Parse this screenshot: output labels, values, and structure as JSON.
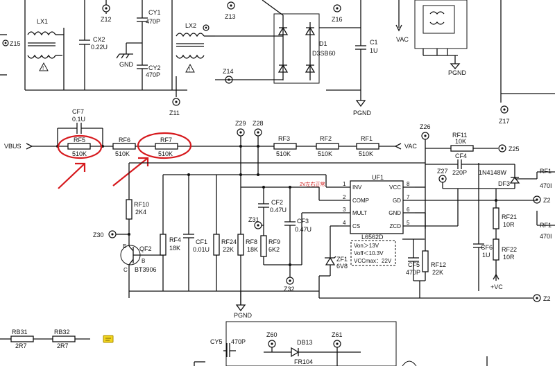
{
  "top": {
    "z15": "Z15",
    "lx1": "LX1",
    "z12": "Z12",
    "cx2": {
      "name": "CX2",
      "value": "0.22U"
    },
    "cy1": {
      "name": "CY1",
      "value": "470P"
    },
    "cy2": {
      "name": "CY2",
      "value": "470P"
    },
    "gnd": "GND",
    "lx2": "LX2",
    "z11": "Z11",
    "z13": "Z13",
    "z14": "Z14",
    "d1": {
      "name": "D1",
      "value": "D3SB60"
    },
    "z16": "Z16",
    "c1": {
      "name": "C1",
      "value": "1U"
    },
    "pgnd_top": "PGND",
    "vac_top": "VAC",
    "pgnd_tr": "PGND",
    "z17": "Z17"
  },
  "mid": {
    "vbus": "VBUS",
    "cf7": {
      "name": "CF7",
      "value": "0.1U"
    },
    "rf5": {
      "name": "RF5",
      "value": "510K"
    },
    "rf6": {
      "name": "RF6",
      "value": "510K"
    },
    "rf7": {
      "name": "RF7",
      "value": "510K"
    },
    "z29": "Z29",
    "z28": "Z28",
    "rf3": {
      "name": "RF3",
      "value": "510K"
    },
    "rf2": {
      "name": "RF2",
      "value": "510K"
    },
    "rf1": {
      "name": "RF1",
      "value": "510K"
    },
    "vac": "VAC",
    "z26": "Z26",
    "rf11": {
      "name": "RF11",
      "value": "10K"
    },
    "z25": "Z25",
    "cf4": {
      "name": "CF4",
      "value": "220P"
    },
    "z27": "Z27",
    "d_1n4148": "1N4148W",
    "df3": "DF3",
    "rf1x": "RF1",
    "v470a": "470I",
    "z2a": "Z2",
    "rf1y": "RF1",
    "v470b": "470I",
    "z2b": "Z2",
    "note_red": "2V左右正常",
    "uf1": "UF1",
    "ic": {
      "name": "L6562D",
      "pins_left": [
        {
          "num": "1",
          "label": "INV"
        },
        {
          "num": "2",
          "label": "COMP"
        },
        {
          "num": "3",
          "label": "MULT"
        },
        {
          "num": "4",
          "label": "CS"
        }
      ],
      "pins_right": [
        {
          "num": "8",
          "label": "VCC"
        },
        {
          "num": "7",
          "label": "GD"
        },
        {
          "num": "6",
          "label": "GND"
        },
        {
          "num": "5",
          "label": "ZCD"
        }
      ]
    },
    "spec": {
      "von": "Von＞13V",
      "voff": "Voff＜10.3V",
      "vcc": "VCCmax：22V"
    },
    "rf10": {
      "name": "RF10",
      "value": "2K4"
    },
    "z30": "Z30",
    "qf2": {
      "name": "QF2",
      "value": "BT3906",
      "e": "E",
      "b": "B",
      "c": "C"
    },
    "rf4": {
      "name": "RF4",
      "value": "18K"
    },
    "cf1": {
      "name": "CF1",
      "value": "0.01U"
    },
    "rf24": {
      "name": "RF24",
      "value": "22K"
    },
    "rf8": {
      "name": "RF8",
      "value": "18K"
    },
    "cf2": {
      "name": "CF2",
      "value": "0.47U"
    },
    "z31": "Z31",
    "rf9": {
      "name": "RF9",
      "value": "6K2"
    },
    "cf3": {
      "name": "CF3",
      "value": "0.47U"
    },
    "z32": "Z32",
    "zf1": {
      "name": "ZF1",
      "value": "6V8"
    },
    "cf5": {
      "name": "CF5",
      "value": "470P"
    },
    "rf12": {
      "name": "RF12",
      "value": "22K"
    },
    "cf6": {
      "name": "CF6",
      "value": "1U"
    },
    "rf21": {
      "name": "RF21",
      "value": "10R"
    },
    "rf22": {
      "name": "RF22",
      "value": "10R"
    },
    "vc": "+VC",
    "pgnd_mid": "PGND"
  },
  "bottom": {
    "rb31": {
      "name": "RB31",
      "value": "2R7"
    },
    "rb32": {
      "name": "RB32",
      "value": "2R7"
    },
    "cy5": {
      "name": "CY5",
      "value": "470P"
    },
    "z60": "Z60",
    "db13": {
      "name": "DB13",
      "value": "FR104"
    },
    "z61": "Z61"
  },
  "colors": {
    "highlight": "#d6191d",
    "line": "#111111",
    "note": "#d01818"
  }
}
